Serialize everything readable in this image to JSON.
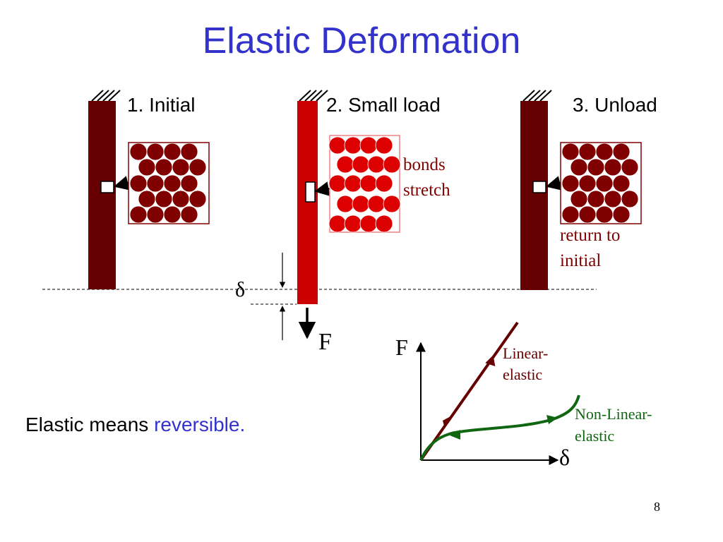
{
  "title": "Elastic Deformation",
  "stages": [
    {
      "label": "1. Initial"
    },
    {
      "label": "2. Small load"
    },
    {
      "label": "3. Unload"
    }
  ],
  "annotations": {
    "bonds": "bonds",
    "stretch": "stretch",
    "return_line1": "return to",
    "return_line2": "initial",
    "delta": "δ",
    "force": "F"
  },
  "graph": {
    "y_axis": "F",
    "x_axis": "δ",
    "linear_line1": "Linear-",
    "linear_line2": "elastic",
    "nonlinear_line1": "Non-Linear-",
    "nonlinear_line2": "elastic"
  },
  "caption": {
    "prefix": "Elastic means ",
    "highlight": "reversible."
  },
  "page_number": "8",
  "colors": {
    "title": "#3333cc",
    "bar_dark": "#660000",
    "bar_loaded": "#cc0000",
    "atom_dark": "#800000",
    "atom_loaded": "#dd0000",
    "nonlinear": "#116611",
    "highlight": "#3333cc"
  }
}
